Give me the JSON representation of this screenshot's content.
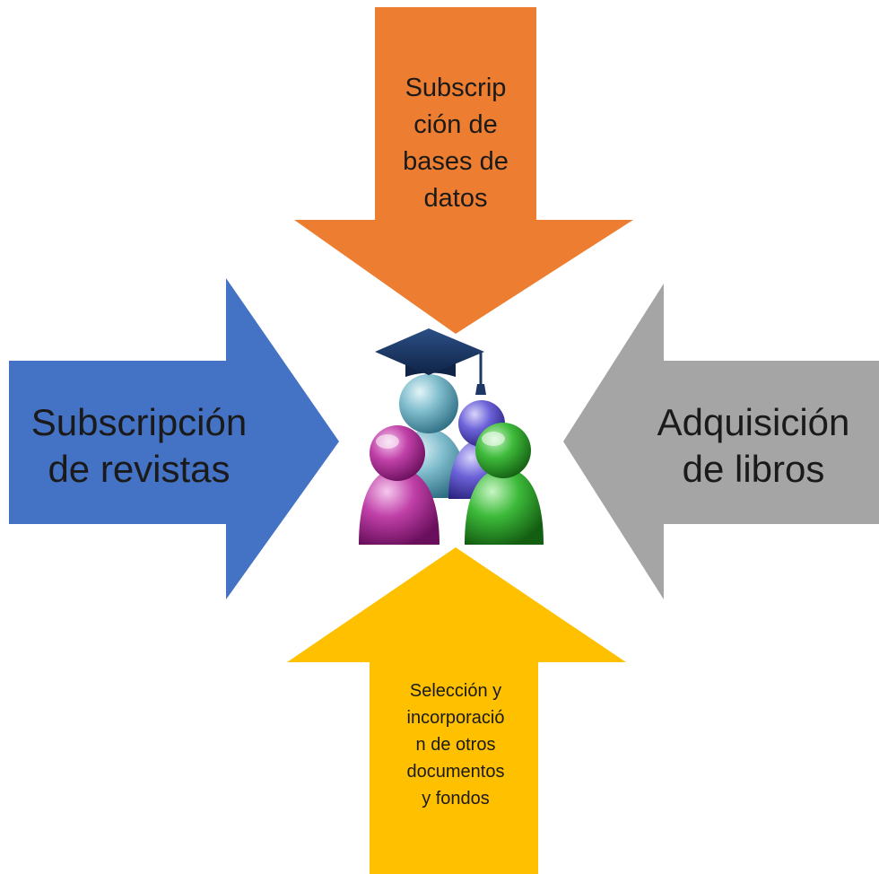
{
  "diagram": {
    "arrows": {
      "top": {
        "lines": [
          "Subscrip",
          "ción de",
          "bases de",
          "datos"
        ],
        "color": "#ED7D31"
      },
      "left": {
        "lines": [
          "Subscripción",
          "de revistas"
        ],
        "color": "#4472C4"
      },
      "right": {
        "lines": [
          "Adquisición",
          "de libros"
        ],
        "color": "#A5A5A5"
      },
      "bottom": {
        "lines": [
          "Selección y",
          "incorporació",
          "n de otros",
          "documentos",
          "y fondos"
        ],
        "color": "#FFC000"
      }
    },
    "center_icon": "graduates-group-icon"
  }
}
